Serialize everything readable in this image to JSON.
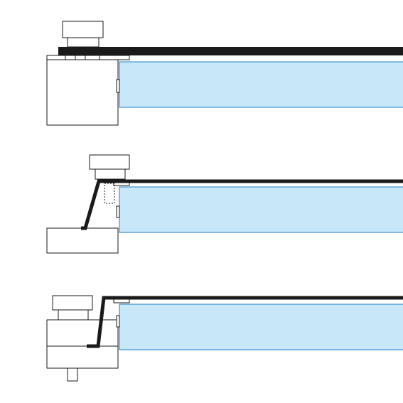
{
  "diagram": {
    "kind": "technical cross-section drawing",
    "panels": [
      {
        "id": "panel-1",
        "variant": "thick flat strip over block"
      },
      {
        "id": "panel-2",
        "variant": "thin strip folded down a slanted edge, dashed hidden part"
      },
      {
        "id": "panel-3",
        "variant": "thin strip folded down a vertical edge, lower stub"
      }
    ],
    "colors": {
      "stroke": "#1a1a1a",
      "strip": "#1a1a1a",
      "glass_fill": "#c8e7f8",
      "glass_stroke": "#1f7ec6",
      "background": "#ffffff"
    }
  }
}
